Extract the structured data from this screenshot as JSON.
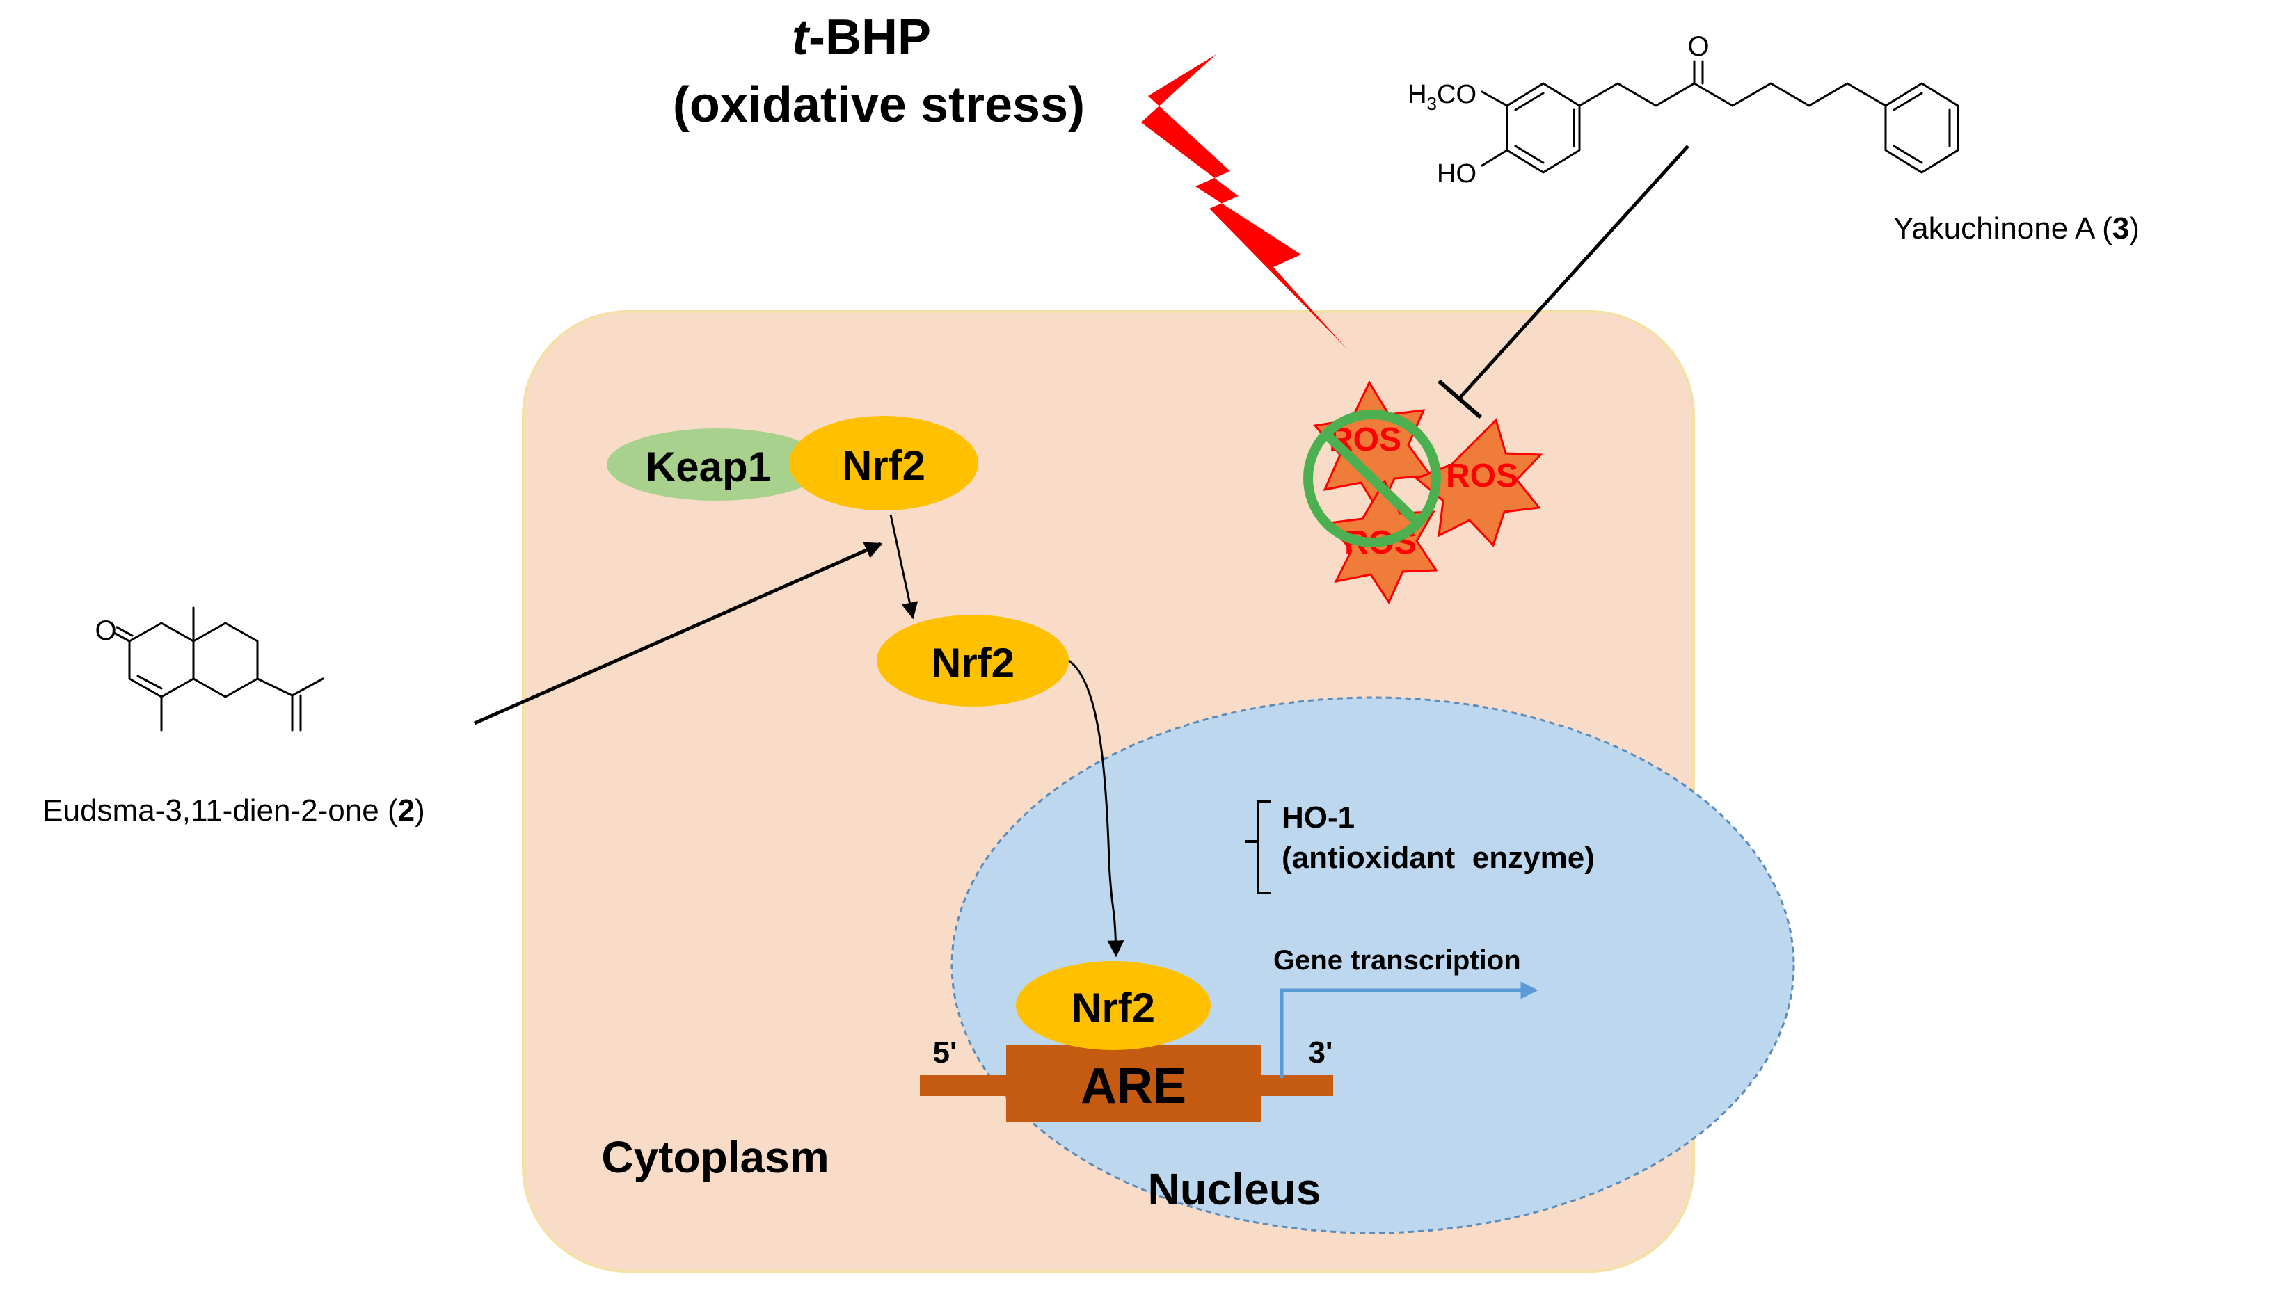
{
  "stressor": {
    "prefix": "t",
    "name": "-BHP",
    "subtitle": "(oxidative stress)"
  },
  "compartments": {
    "cytoplasm": "Cytoplasm",
    "nucleus": "Nucleus"
  },
  "proteins": {
    "keap1": "Keap1",
    "nrf2": "Nrf2"
  },
  "ros_label": "ROS",
  "dna": {
    "element": "ARE",
    "five_prime": "5'",
    "three_prime": "3'"
  },
  "transcription": "Gene transcription",
  "target": {
    "gene": "HO-1",
    "description": "(antioxidant  enzyme)"
  },
  "compound_2": {
    "name": "Eudsma-3,11-dien-2-one (",
    "number": "2",
    "close": ")",
    "atom_o": "O"
  },
  "compound_3": {
    "name": "Yakuchinone A (",
    "number": "3",
    "close": ")",
    "atom_o": "O",
    "methoxy": "H",
    "methoxy_sub": "3",
    "methoxy_end": "CO",
    "hydroxy": "HO"
  },
  "colors": {
    "cytoplasm": "#f9dcc8",
    "nucleus": "#bdd7ee",
    "nrf2": "#ffc000",
    "keap1": "#a9d18e",
    "lightning": "#ff0000",
    "ros_star": "#f07c3a",
    "inhibit_sign": "#4caf50",
    "dna": "#c55a11",
    "transcription_arrow": "#5b9bd5"
  }
}
